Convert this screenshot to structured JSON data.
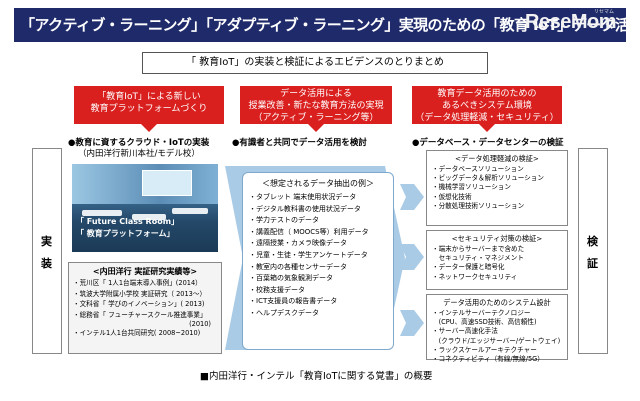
{
  "header": {
    "title": "「アクティブ・ラーニング」「アダプティブ・ラーニング」実現のための「教育 IoT」データ活用",
    "logo": "ReseMom",
    "logo_sub": "リセマム"
  },
  "summary": "「 教育IoT」の実装と検証によるエビデンスのとりまとめ",
  "pillars": [
    {
      "line1": "「教育IoT」による新しい",
      "line2": "教育プラットフォームづくり"
    },
    {
      "line1": "データ活用による",
      "line2": "授業改善・新たな教育方法の実現",
      "line3": "（アクティブ・ラーニング等）"
    },
    {
      "line1": "教育データ活用のための",
      "line2": "あるべきシステム環境",
      "line3": "（データ処理軽減・セキュリティ）"
    }
  ],
  "column_labels": {
    "left_line1": "●教育に資するクラウド・IoTの実装",
    "left_line2": "（内田洋行新川本社/モデル校）",
    "middle": "●有識者と共同でデータ活用を検討",
    "right": "●データベース・データセンターの検証"
  },
  "side_left": {
    "c1": "実",
    "c2": "装"
  },
  "side_right": {
    "c1": "検",
    "c2": "証"
  },
  "photo": {
    "caption1": "「 Future Class Room」",
    "caption2": "「 教育プラットフォーム」"
  },
  "records": {
    "title": "<内田洋行 実証研究実績等>",
    "items": [
      "・荒川区「 1人1台端末導入事例」(2014）",
      "・筑波大学附属小学校 実証研究（ 2013～）",
      "・文科省「 学びのイノベーション」( 2013)",
      "・総務省「 フューチャースクール推進事業」",
      "(2010)",
      "・インテル1人1台共同研究( 2008~2010)"
    ]
  },
  "data_examples": {
    "title": "＜想定されるデータ抽出の例＞",
    "items": [
      "・タブレット 端末使用状況データ",
      "・デジタル教科書の使用状況データ",
      "・学力テストのデータ",
      "・講義配信（ MOOCS等）利用データ",
      "・遠隔授業・カメラ映像データ",
      "・児童・生徒・学生アンケートデータ",
      "・教室内の各種センサーデータ",
      "・百葉箱の気象観測データ",
      "・校務支援データ",
      "・ICT支援員の報告書データ",
      "・ヘルプデスクデータ"
    ]
  },
  "panels": [
    {
      "title": "<データ処理軽減の検証>",
      "items": [
        "・データベースソリューション",
        "・ビッグデータ＆解析ソリューション",
        "・機械学習ソリューション",
        "・仮想化技術",
        "・分散処理技術ソリューション"
      ]
    },
    {
      "title": "<セキュリティ対策の検証>",
      "items": [
        "・端末からサーバーまで含めた",
        "　セキュリティ・マネジメント",
        "・データー保護と暗号化",
        "・ネットワークセキュリティ"
      ]
    },
    {
      "title": "データ活用のためのシステム設計",
      "items": [
        "・インテルサーバーテクノロジー",
        "　(CPU、高速SSD技術、高信頼性)",
        "・サーバー高速化手法",
        "　(クラウド/エッジサーバー/ゲートウェイ)",
        "・ラックスケールアーキテクチャー",
        "・コネクティビティ（有線/無線/5G）"
      ]
    }
  ],
  "caption": "■内田洋行・インテル「教育IoTに関する覚書」の概要",
  "colors": {
    "title_bg": "#1f2a6b",
    "pill_red": "#d9201f",
    "arrow_blue": "#a9cbe6",
    "record_bg": "#f4f4f4"
  }
}
